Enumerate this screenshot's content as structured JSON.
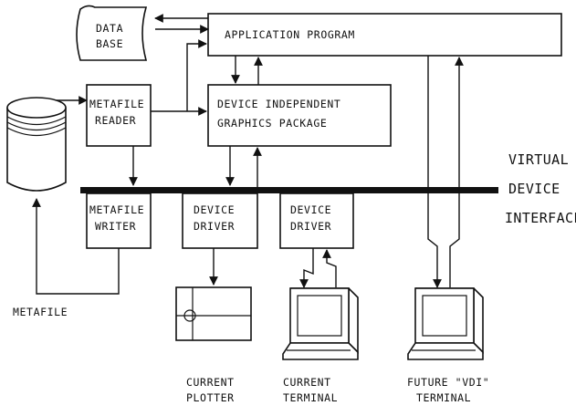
{
  "nodes": {
    "database": {
      "line1": "DATA",
      "line2": "BASE"
    },
    "application": {
      "label": "APPLICATION PROGRAM"
    },
    "metafile_reader": {
      "line1": "METAFILE",
      "line2": "READER"
    },
    "graphics_package": {
      "line1": "DEVICE INDEPENDENT",
      "line2": "GRAPHICS PACKAGE"
    },
    "metafile_writer": {
      "line1": "METAFILE",
      "line2": "WRITER"
    },
    "device_driver_1": {
      "line1": "DEVICE",
      "line2": "DRIVER"
    },
    "device_driver_2": {
      "line1": "DEVICE",
      "line2": "DRIVER"
    },
    "vdi": {
      "line1": "VIRTUAL",
      "line2": "DEVICE",
      "line3": "INTERFACE"
    },
    "metafile": {
      "label": "METAFILE"
    },
    "current_plotter": {
      "line1": "CURRENT",
      "line2": "PLOTTER"
    },
    "current_terminal": {
      "line1": "CURRENT",
      "line2": "TERMINAL"
    },
    "future_terminal": {
      "line1": "FUTURE \"VDI\"",
      "line2": "TERMINAL"
    }
  }
}
